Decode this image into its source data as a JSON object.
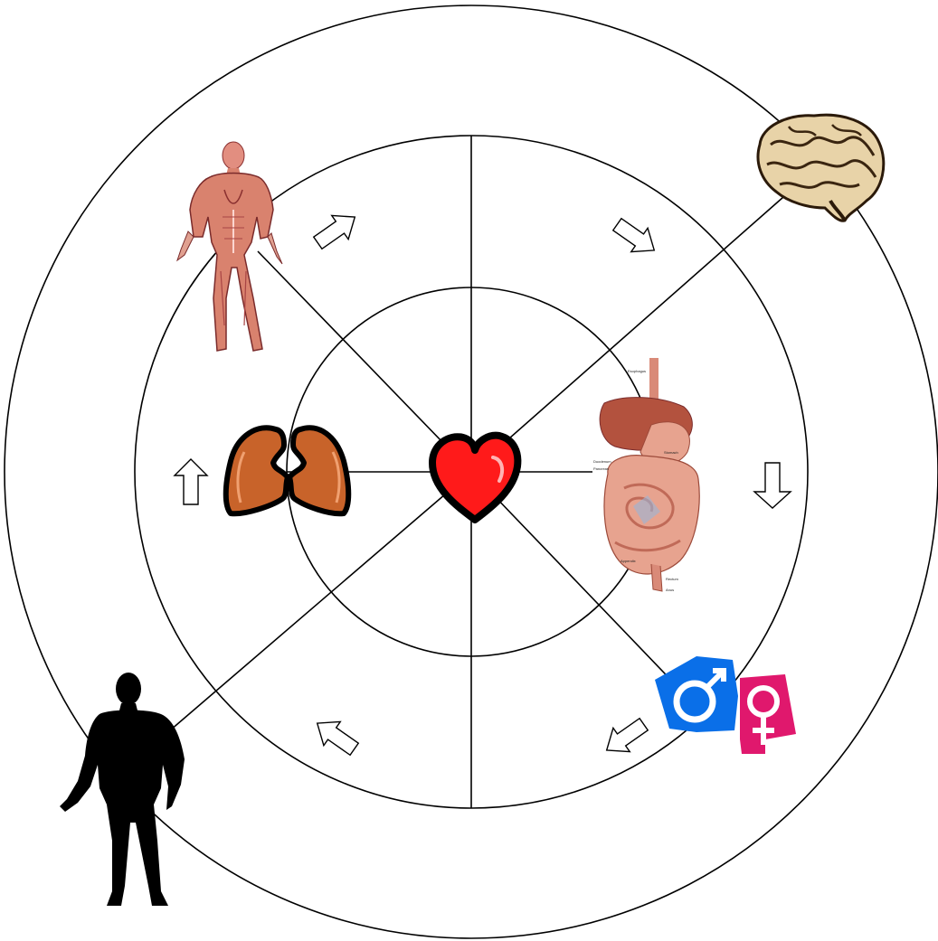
{
  "diagram": {
    "rings": [
      "outer-ring",
      "middle-ring",
      "inner-ring"
    ],
    "spokes": 8,
    "icons": [
      {
        "name": "heart-icon",
        "position": "center",
        "color": "#ff1a1a"
      },
      {
        "name": "lungs-icon",
        "position": "left",
        "color": "#c8632a"
      },
      {
        "name": "muscular-system-icon",
        "position": "upper-left",
        "color": "#d9826e"
      },
      {
        "name": "brain-icon",
        "position": "upper-right",
        "color": "#e8d3a8"
      },
      {
        "name": "digestive-system-icon",
        "position": "right",
        "color": "#e7a38f"
      },
      {
        "name": "gender-symbols-icon",
        "position": "lower-right",
        "colors": [
          "#0a6fe8",
          "#e0186d"
        ]
      },
      {
        "name": "human-silhouette-icon",
        "position": "lower-left",
        "color": "#000000"
      }
    ],
    "arrows": [
      "up",
      "up-right",
      "down-right",
      "down",
      "down-left",
      "up-left"
    ]
  }
}
